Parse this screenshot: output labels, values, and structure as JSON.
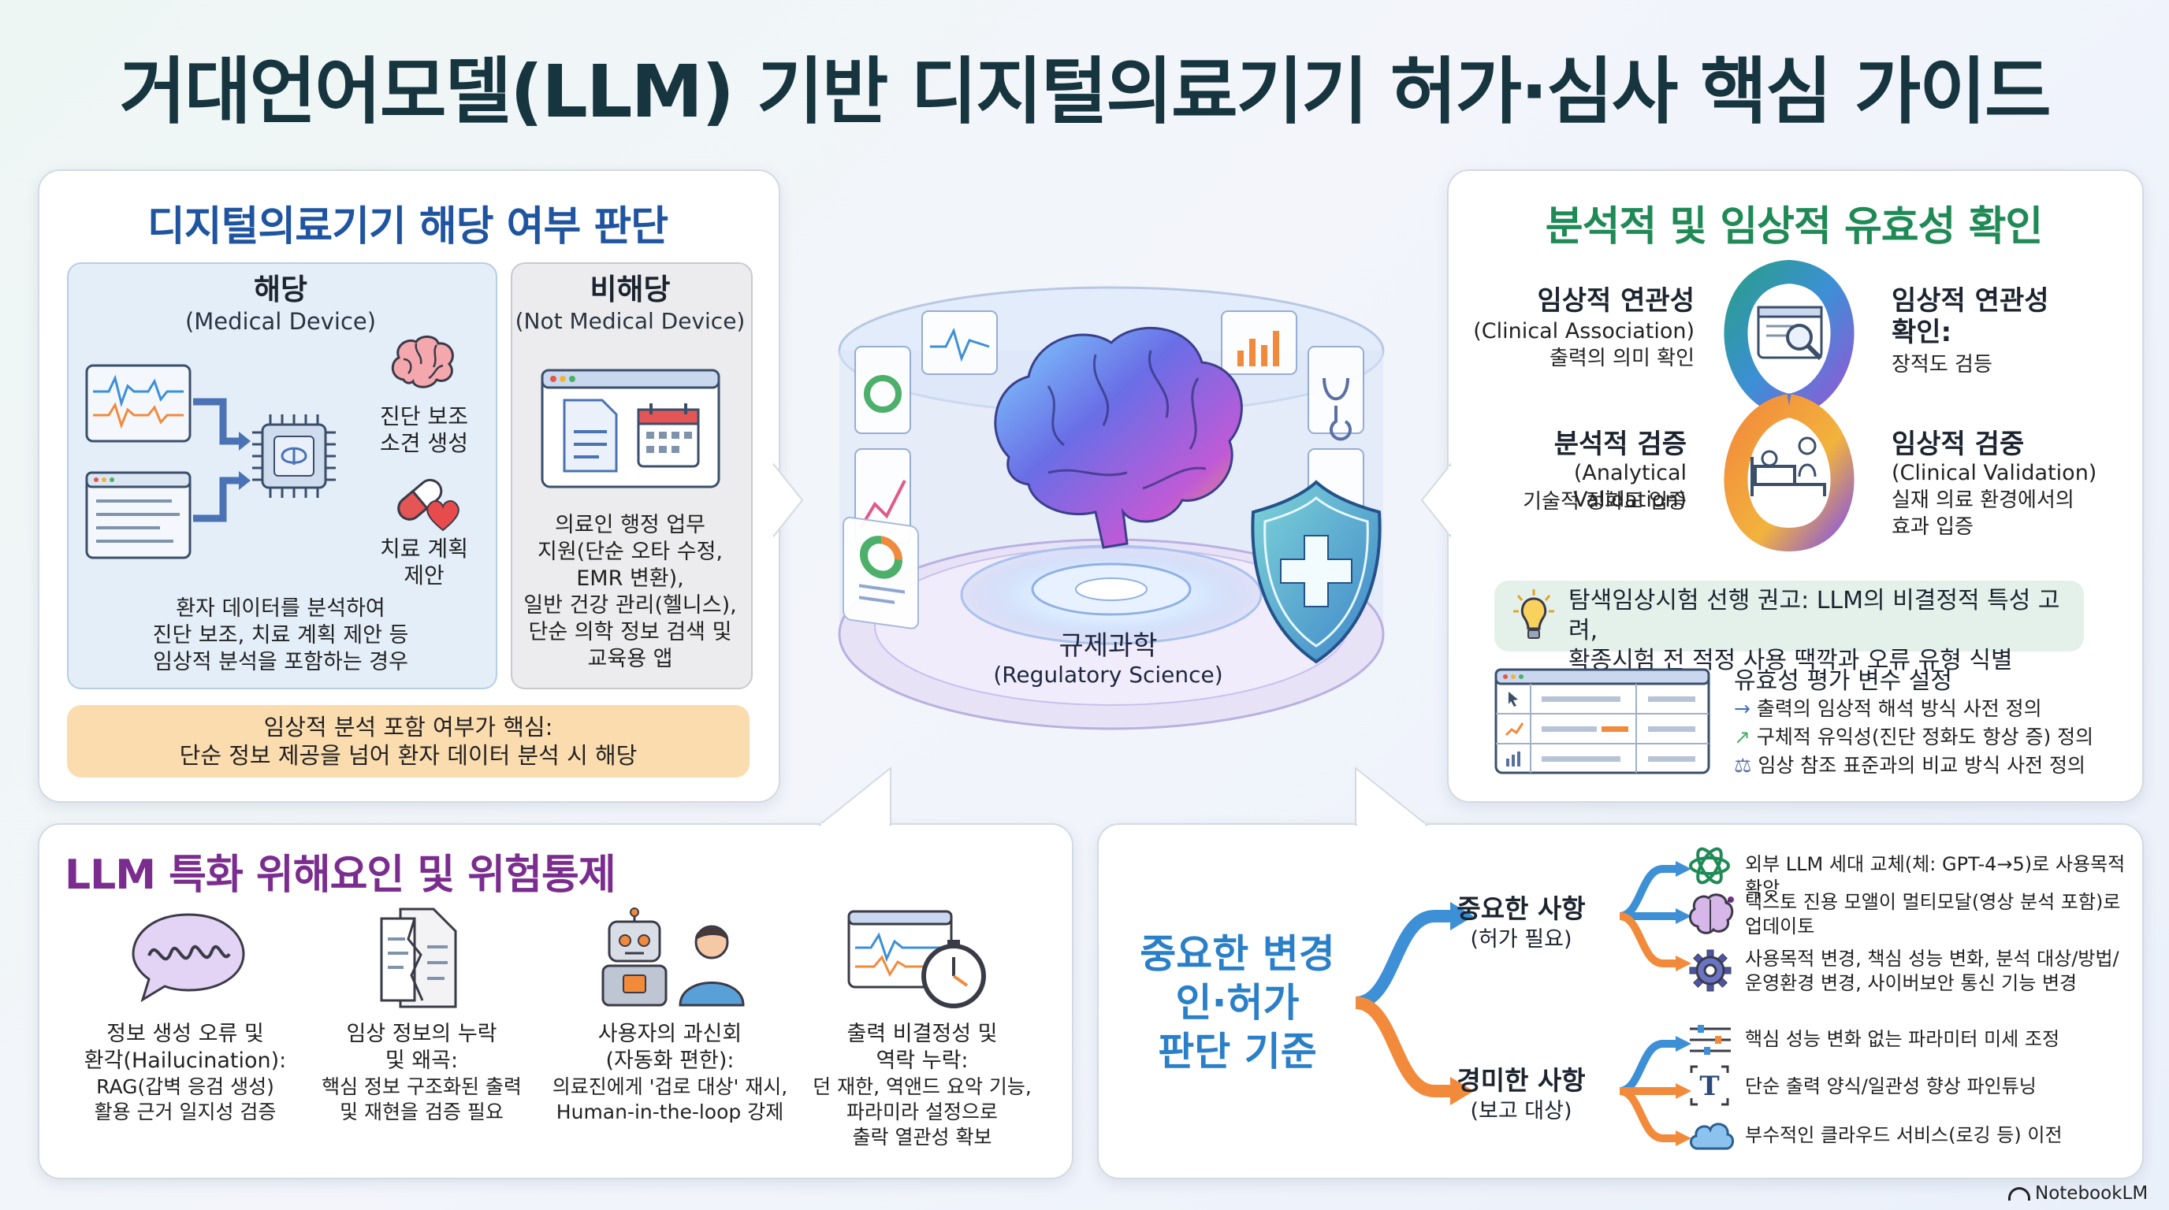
{
  "title": "거대언어모델(LLM) 기반 디지털의료기기 허가·심사 핵심 가이드",
  "colors": {
    "teal_title": "#17353f",
    "blue": "#1f55a0",
    "green": "#1f8a55",
    "purple": "#7b2d8f",
    "orange": "#f28a3c",
    "sky": "#3d8fd6"
  },
  "panel_device": {
    "title": "디지털의료기기 해당 여부 판단",
    "applicable": {
      "heading": "해당",
      "heading_en": "(Medical Device)",
      "item1": "진단 보조\n소견 생성",
      "item2": "치료 계획\n제안",
      "desc": "환자 데이터를 분석하여\n진단 보조, 치료 계획 제안 등\n임상적 분석을 포함하는 경우"
    },
    "not_applicable": {
      "heading": "비해당",
      "heading_en": "(Not Medical Device)",
      "desc": "의료인 행정 업무\n지원(단순 오타 수정,\nEMR 변환),\n일반 건강 관리(헬니스),\n단순 의학 정보 검색 및\n교육용 앱"
    },
    "key_note": "임상적 분석 포함 여부가 핵심:\n단순 정보 제공을 넘어 환자 데이터 분석 시 해당"
  },
  "center": {
    "label": "규제과학",
    "label_en": "(Regulatory Science)"
  },
  "panel_validity": {
    "title": "분석적 및 임상적 유효성 확인",
    "q1": {
      "heading": "임상적 연관성",
      "sub": "(Clinical Association)",
      "desc": "출력의 의미 확인"
    },
    "q2": {
      "heading": "임상적 연관성\n확인:",
      "desc": "장적도 검등"
    },
    "q3": {
      "heading": "분석적 검증",
      "sub": "(Analytical Validation)",
      "desc": "기술적 정화도 입증"
    },
    "q4": {
      "heading": "임상적 검중",
      "sub": "(Clinical Validation)",
      "desc": "실재 의료 환경에서의\n효과 입증"
    },
    "tip": "탐색임상시험 선행 권고: LLM의 비결정적 특성 고려,\n확종시험 전 적정 사용 땍깍과 오류 유형 식별",
    "variables": {
      "heading": "유효성 평가 변수 설정",
      "items": [
        "출력의 임상적 해석 방식 사전 정의",
        "구체적 유익성(진단 정화도 항상 증) 정의",
        "임상 참조 표준과의 비교 방식 사전 정의"
      ]
    }
  },
  "panel_risk": {
    "title": "LLM 특화 위해요인 및 위험통제",
    "items": [
      {
        "heading": "정보 생성 오류 및\n환각(Hailucination):",
        "desc": "RAG(갑벽 응검 생성)\n활용 근거 일지성 검증"
      },
      {
        "heading": "임상 정보의 누락\n및 왜곡:",
        "desc": "핵심 정보 구조화된 출력\n및 재현을 검증 필요"
      },
      {
        "heading": "사용자의 과신회\n(자동화 편한):",
        "desc": "의료진에게 '겁로 대상' 재시,\nHuman-in-the-loop 강제"
      },
      {
        "heading": "출력 비결정성 및\n역락 누락:",
        "desc": "던 재한, 역앤드 요악 기능,\n파라미라 설정으로\n출락 열관성 확보"
      }
    ]
  },
  "panel_change": {
    "title": "중요한 변경\n인·허가\n판단 기준",
    "major": {
      "heading": "중요한 사항",
      "sub": "(허가 필요)",
      "items": [
        "외부 LLM 세대 교체(체: GPT-4→5)로 사용목적 확앙",
        "택스토 진용 모앨이 멀티모달(영상 분석 포함)로\n업데이토",
        "사용목적 변경, 책심 성능 변화, 분석 대상/방법/\n운영환경 변경, 사이버보안 통신 기능 변경"
      ]
    },
    "minor": {
      "heading": "경미한 사항",
      "sub": "(보고 대상)",
      "items": [
        "핵심 성능 변화 없는 파라미터 미세 조정",
        "단순 출력 양식/일관성 향상 파인튜닝",
        "부수적인 클라우드 서비스(로깅 등) 이전"
      ]
    }
  },
  "footer": {
    "brand": "NotebookLM"
  }
}
